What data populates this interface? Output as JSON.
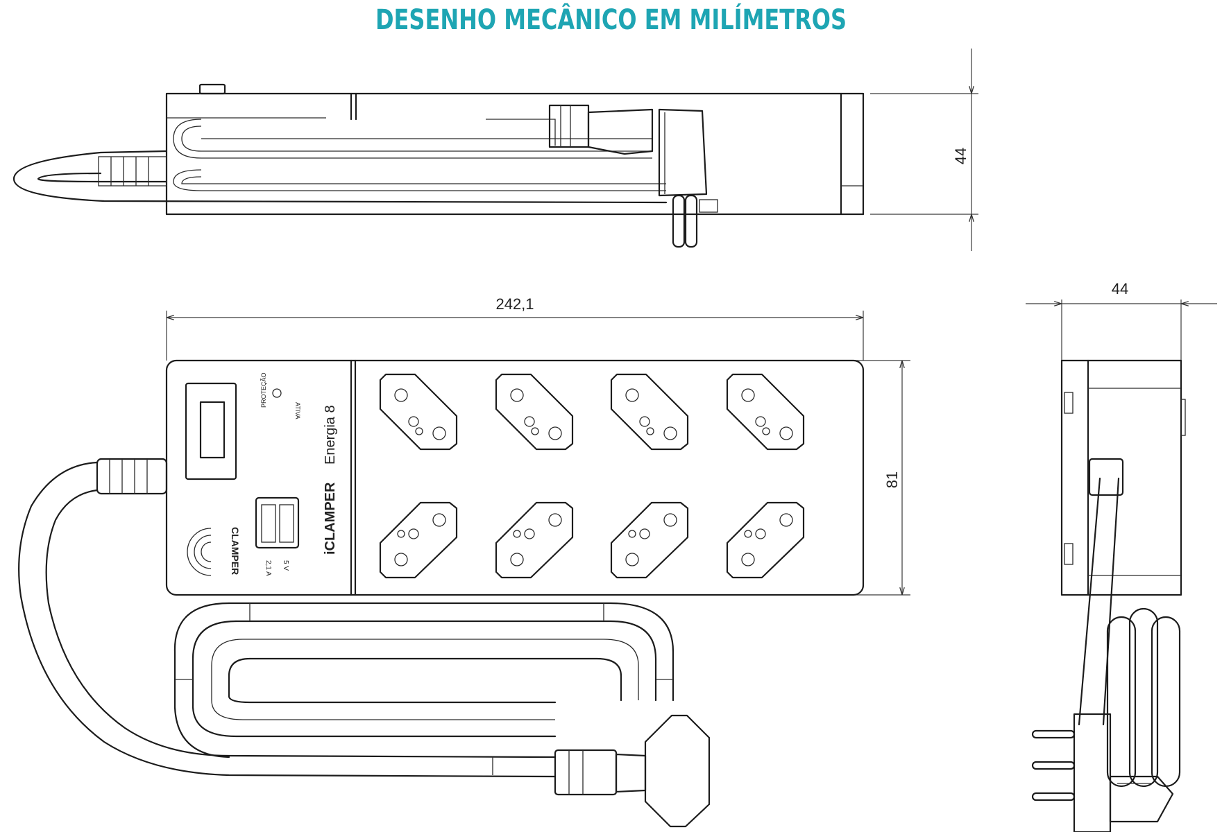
{
  "title": "DESENHO MECÂNICO EM MILÍMETROS",
  "title_color": "#1ea5b3",
  "dimensions": {
    "side_height": "44",
    "length": "242,1",
    "width": "81",
    "end_width": "44"
  },
  "panel": {
    "led_label_1": "PROTEÇÃO",
    "led_label_2": "ATIVA",
    "usb_current": "2,1 A",
    "usb_voltage": "5 V",
    "brand": "CLAMPER",
    "model_brand": "iCLAMPER",
    "model_name": "Energia 8"
  },
  "icons": [
    "power-switch-icon",
    "led-indicator-icon",
    "usb-port-icon",
    "outlet-icon",
    "plug-icon",
    "logo-icon"
  ]
}
